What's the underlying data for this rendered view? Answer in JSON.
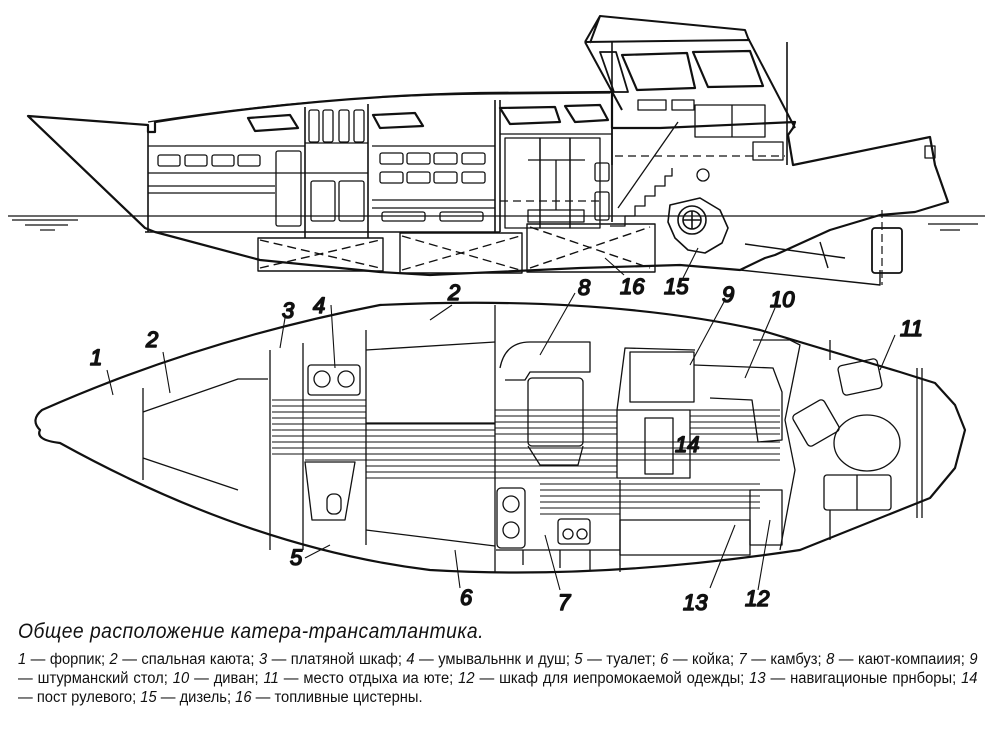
{
  "caption": {
    "title": "Общее расположение катера-трансатлантика."
  },
  "legend": [
    {
      "num": "1",
      "text": "форпик"
    },
    {
      "num": "2",
      "text": "спальная каюта"
    },
    {
      "num": "3",
      "text": "платяной шкаф"
    },
    {
      "num": "4",
      "text": "умывальннк и душ"
    },
    {
      "num": "5",
      "text": "туалет"
    },
    {
      "num": "6",
      "text": "койка"
    },
    {
      "num": "7",
      "text": "камбуз"
    },
    {
      "num": "8",
      "text": "кают-компаиия"
    },
    {
      "num": "9",
      "text": "штурманский стол"
    },
    {
      "num": "10",
      "text": "диван"
    },
    {
      "num": "11",
      "text": "место отдыха иа юте"
    },
    {
      "num": "12",
      "text": "шкаф для иепромокаемой одежды"
    },
    {
      "num": "13",
      "text": "навигационые прнборы"
    },
    {
      "num": "14",
      "text": "пост рулевого"
    },
    {
      "num": "15",
      "text": "дизель"
    },
    {
      "num": "16",
      "text": "топливные цистерны"
    }
  ],
  "labels": {
    "side_view": [
      "16",
      "15"
    ],
    "plan_view": [
      "1",
      "2",
      "2",
      "3",
      "4",
      "5",
      "6",
      "7",
      "8",
      "9",
      "10",
      "11",
      "12",
      "13",
      "14"
    ]
  }
}
